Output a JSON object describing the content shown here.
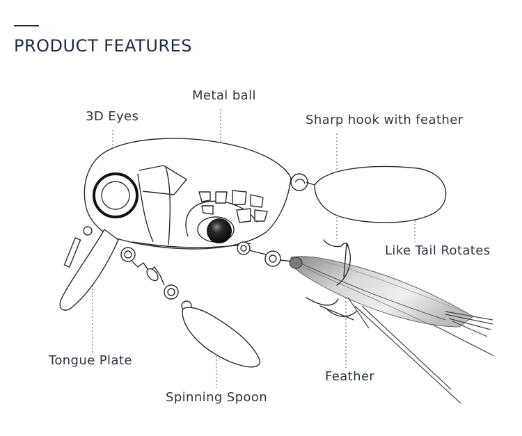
{
  "title": "PRODUCT FEATURES",
  "labels": {
    "eyes": "3D Eyes",
    "metal_ball": "Metal ball",
    "hook": "Sharp hook with feather",
    "tail": "Like Tail Rotates",
    "tongue": "Tongue Plate",
    "feather": "Feather",
    "spoon": "Spinning Spoon"
  },
  "colors": {
    "title": "#1f2a3d",
    "outline": "#2a2a2a",
    "leader": "#555555",
    "feather_light": "#e6e6e6",
    "feather_dark": "#8a8a8a",
    "ball": "#1a1a1a"
  }
}
